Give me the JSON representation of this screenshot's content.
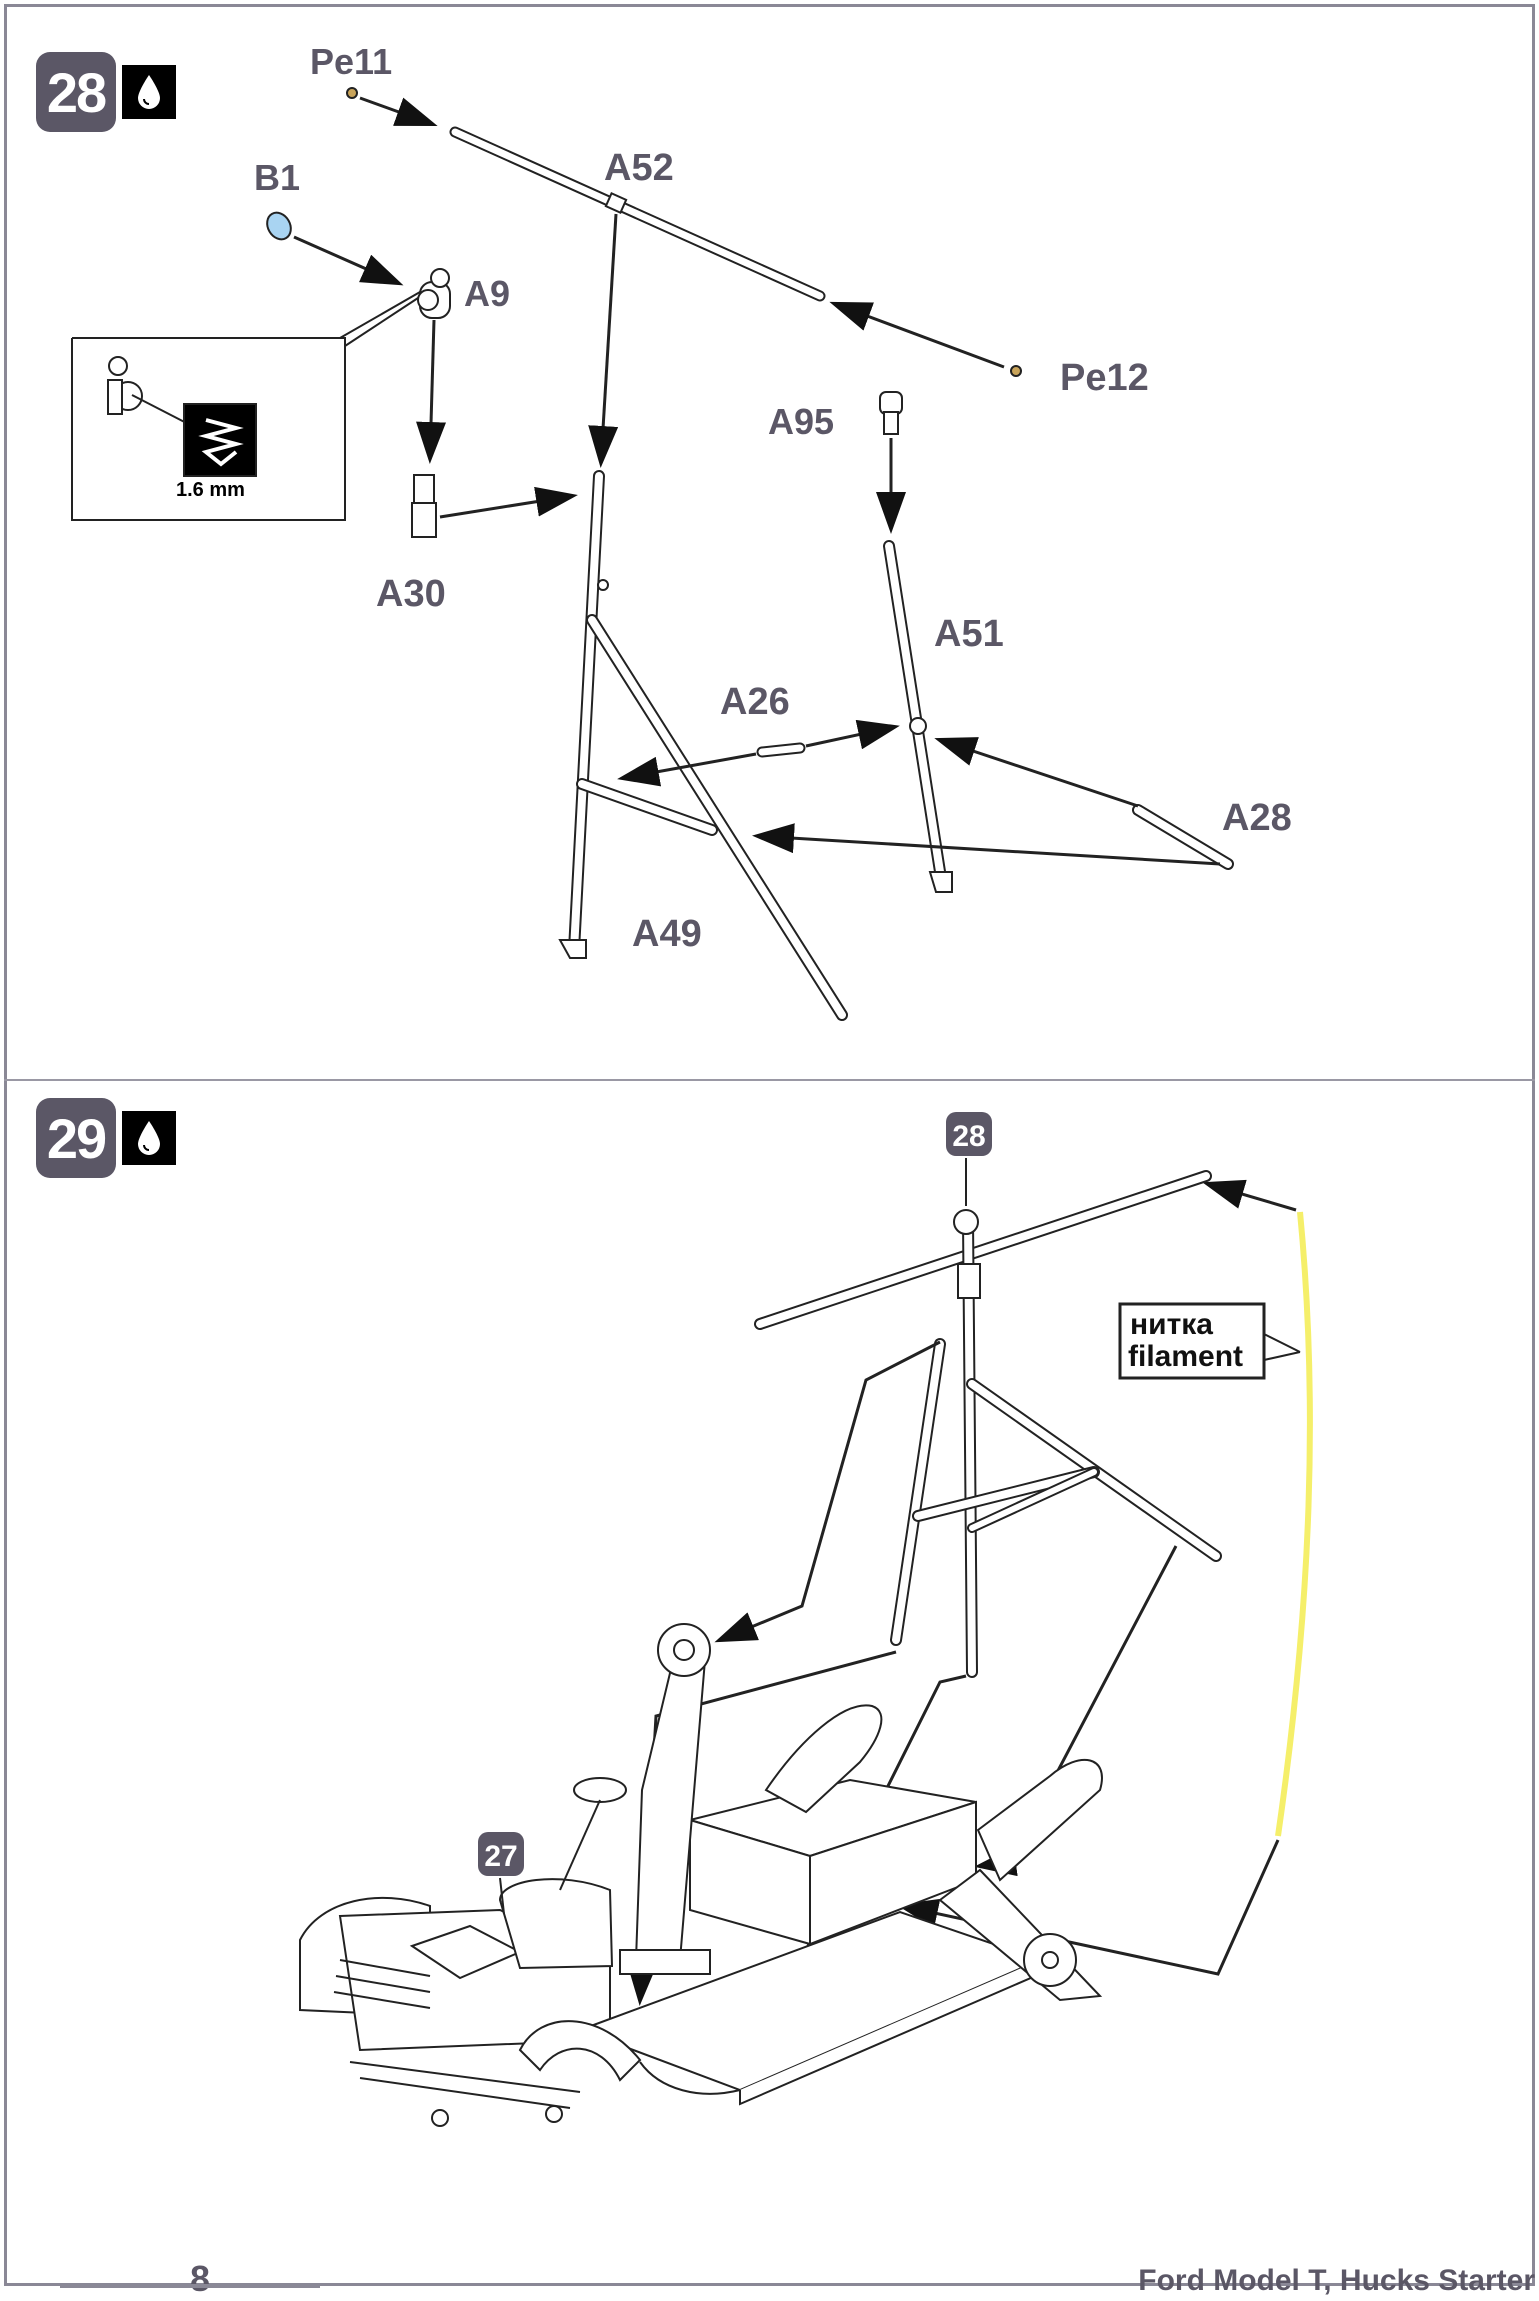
{
  "steps": [
    {
      "number": "28",
      "glue_icon": "glue-drop-icon"
    },
    {
      "number": "29",
      "glue_icon": "glue-drop-icon"
    }
  ],
  "step28": {
    "parts": {
      "pe11": "Pe11",
      "b1": "B1",
      "a52": "A52",
      "a9": "A9",
      "pe12": "Pe12",
      "a95": "A95",
      "a30": "A30",
      "a51": "A51",
      "a26": "A26",
      "a28": "A28",
      "a49": "A49"
    },
    "drill_label": "1.6 mm"
  },
  "step29": {
    "callout_28": "28",
    "callout_27": "27",
    "filament_ru": "нитка",
    "filament_en": "filament"
  },
  "footer": {
    "page_number": "8",
    "title": "Ford Model T, Hucks Starter"
  },
  "colors": {
    "accent": "#5b5766",
    "filament": "#f5ef6a",
    "b1_part": "#a9d4f2",
    "photo_etch": "#c9a45a"
  }
}
